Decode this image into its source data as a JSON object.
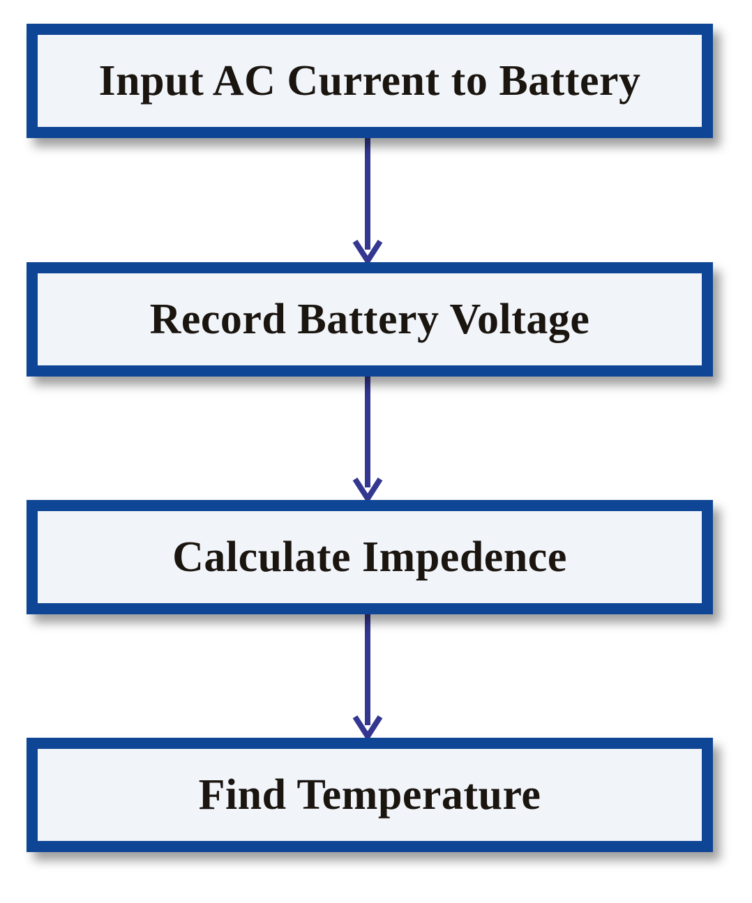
{
  "flowchart": {
    "steps": [
      {
        "label": "Input AC Current to Battery"
      },
      {
        "label": "Record Battery Voltage"
      },
      {
        "label": "Calculate Impedence"
      },
      {
        "label": "Find Temperature"
      }
    ]
  },
  "colors": {
    "box_border": "#0f4595",
    "box_fill": "#f1f5fa",
    "arrow": "#33378f",
    "text": "#1b1510"
  }
}
